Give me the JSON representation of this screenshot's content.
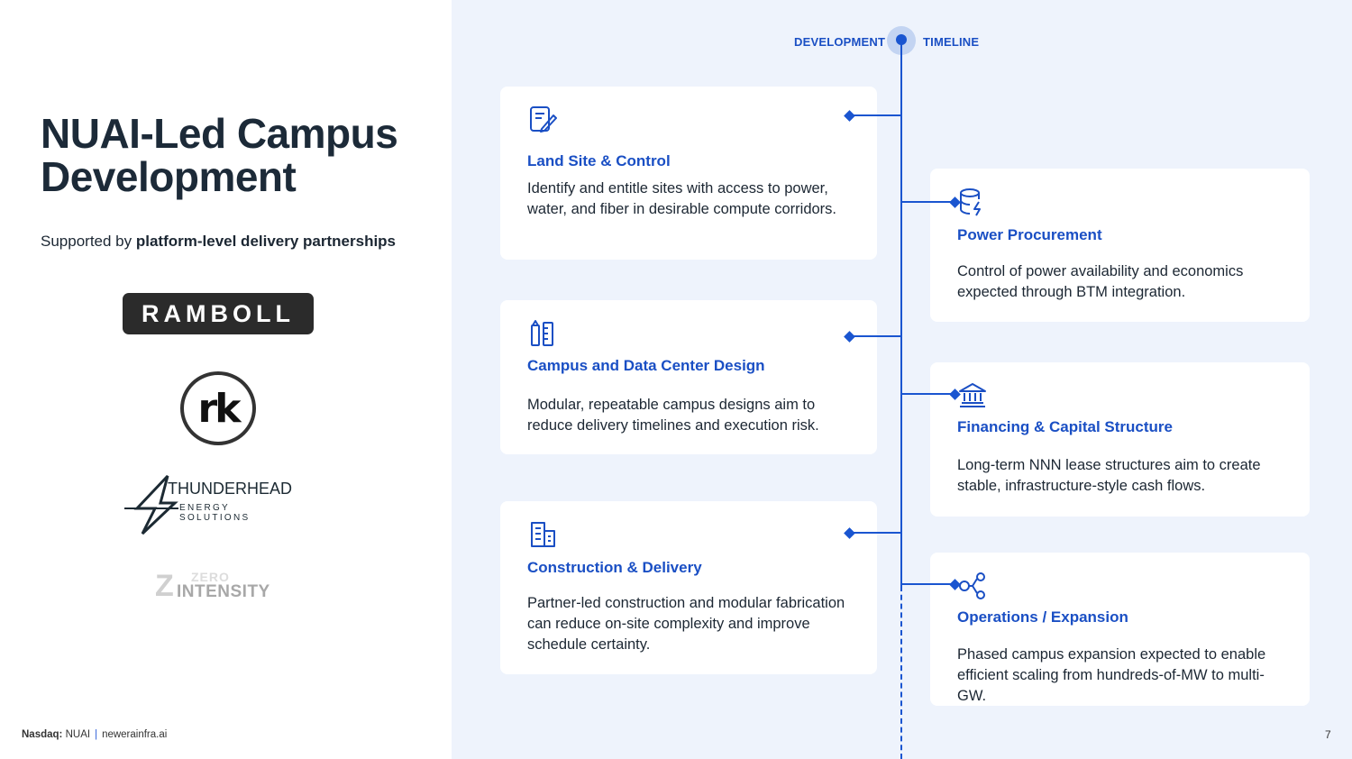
{
  "title": "NUAI-Led Campus Development",
  "subtitle": {
    "prefix": "Supported by ",
    "bold": "platform-level delivery partnerships"
  },
  "logos": {
    "ramboll": "RAMBOLL",
    "rk": "rk",
    "thunderhead": {
      "name": "THUNDERHEAD",
      "tag": "ENERGY SOLUTIONS"
    },
    "zero_intensity": {
      "z": "Z",
      "top": "ZERO",
      "bottom": "INTENSITY"
    }
  },
  "timeline": {
    "left_label": "DEVELOPMENT",
    "right_label": "TIMELINE"
  },
  "cards": [
    {
      "icon": "document-edit-icon",
      "title": "Land Site & Control",
      "desc": "Identify and entitle sites with access to power, water, and fiber in desirable compute corridors."
    },
    {
      "icon": "design-tools-icon",
      "title": "Campus and Data Center Design",
      "desc": "Modular, repeatable campus designs aim to reduce delivery timelines and execution risk."
    },
    {
      "icon": "buildings-icon",
      "title": "Construction & Delivery",
      "desc": "Partner-led construction and modular fabrication can reduce on-site complexity and improve schedule certainty."
    },
    {
      "icon": "database-power-icon",
      "title": "Power Procurement",
      "desc": "Control of power availability and economics expected through BTM integration."
    },
    {
      "icon": "bank-icon",
      "title": "Financing & Capital Structure",
      "desc": "Long-term NNN lease structures aim to create stable, infrastructure-style cash flows."
    },
    {
      "icon": "network-nodes-icon",
      "title": "Operations / Expansion",
      "desc": "Phased campus expansion expected to enable efficient scaling from hundreds-of-MW to multi-GW."
    }
  ],
  "footer": {
    "exchange": "Nasdaq:",
    "ticker": "NUAI",
    "separator": "|",
    "website": "newerainfra.ai"
  },
  "page_number": "7",
  "colors": {
    "accent": "#1a4fc4",
    "panel": "#eef3fc"
  }
}
